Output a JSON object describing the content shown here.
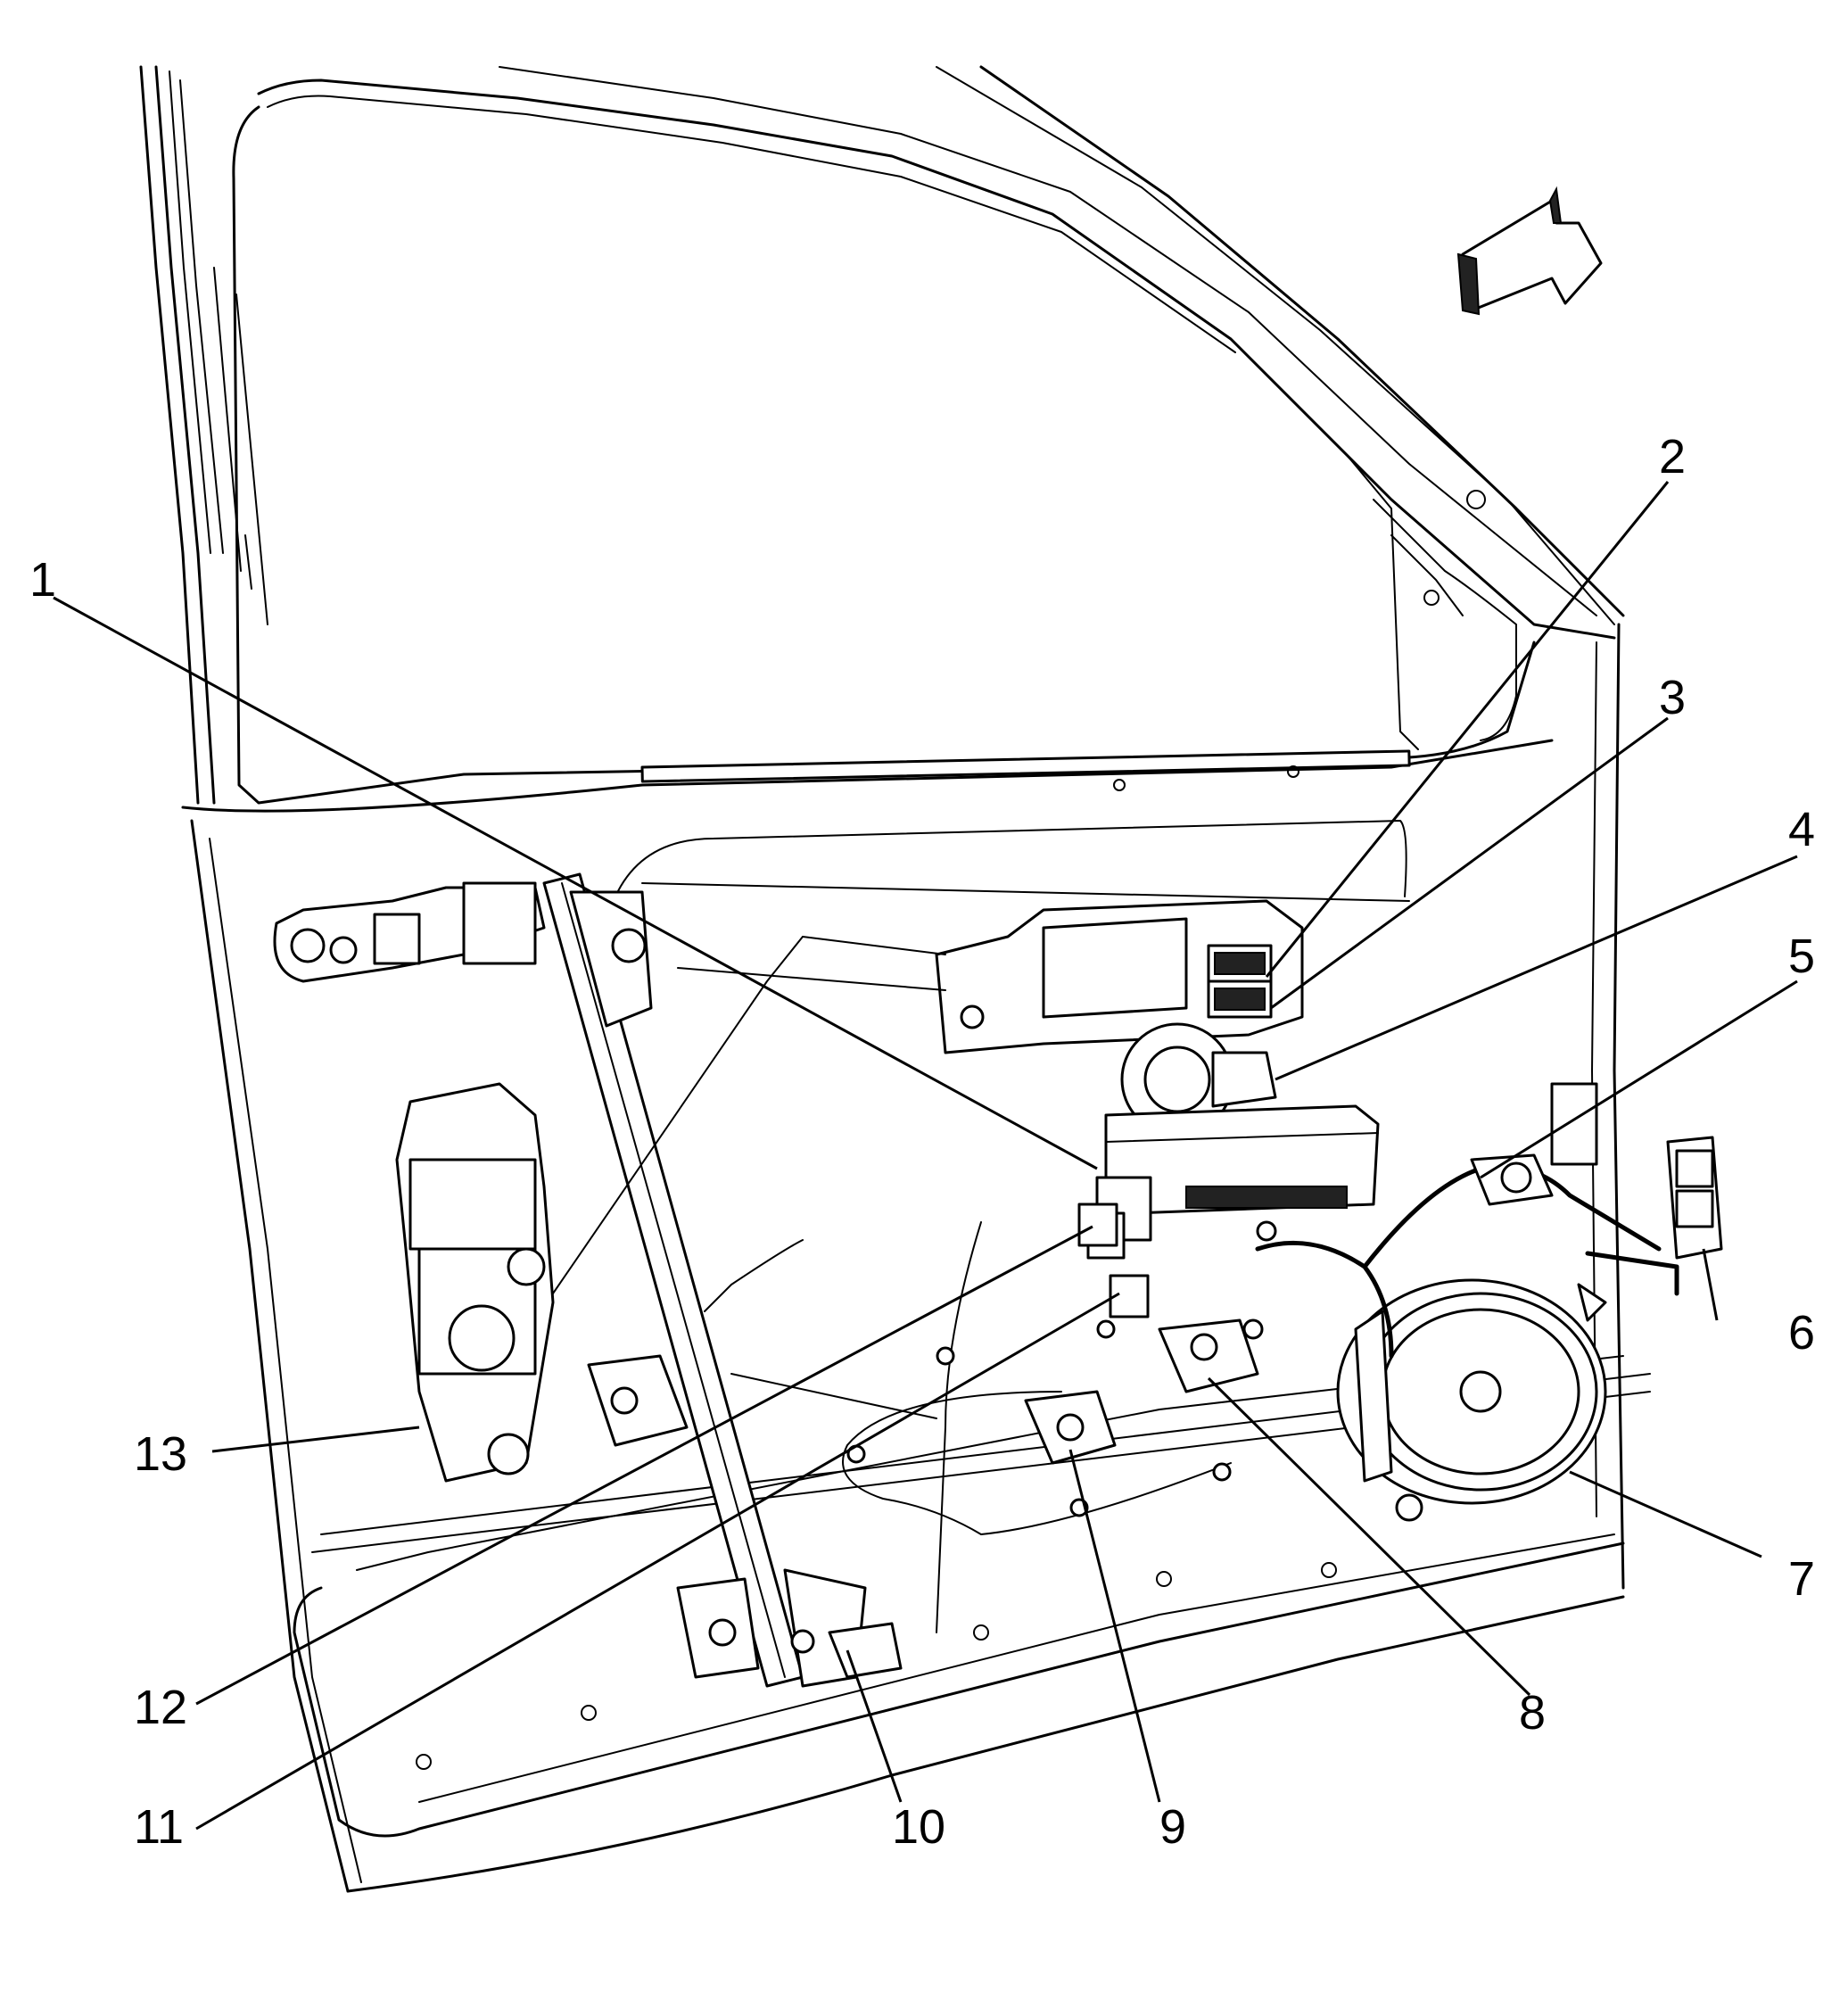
{
  "callouts": [
    {
      "id": "1",
      "label": "1"
    },
    {
      "id": "2",
      "label": "2"
    },
    {
      "id": "3",
      "label": "3"
    },
    {
      "id": "4",
      "label": "4"
    },
    {
      "id": "5",
      "label": "5"
    },
    {
      "id": "6",
      "label": "6"
    },
    {
      "id": "7",
      "label": "7"
    },
    {
      "id": "8",
      "label": "8"
    },
    {
      "id": "9",
      "label": "9"
    },
    {
      "id": "10",
      "label": "10"
    },
    {
      "id": "11",
      "label": "11"
    },
    {
      "id": "12",
      "label": "12"
    },
    {
      "id": "13",
      "label": "13"
    }
  ]
}
